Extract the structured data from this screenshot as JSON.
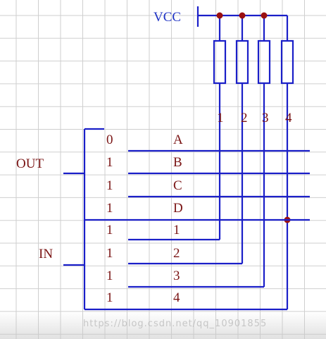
{
  "supply_label": "VCC",
  "output_label": "OUT",
  "input_label": "IN",
  "column_numbers": [
    "1",
    "2",
    "3",
    "4"
  ],
  "bit_values": [
    "0",
    "1",
    "1",
    "1",
    "1",
    "1",
    "1",
    "1"
  ],
  "row_labels": [
    "A",
    "B",
    "C",
    "D",
    "1",
    "2",
    "3",
    "4"
  ],
  "watermark": "https://blog.csdn.net/qq_10901855",
  "colors": {
    "wire": "#1a1fc8",
    "text": "#7a1414",
    "junction": "#9b1010",
    "grid": "#cfcfcf",
    "supply_text": "#1f33c4"
  }
}
